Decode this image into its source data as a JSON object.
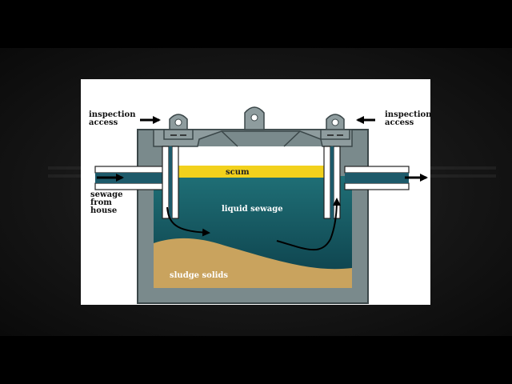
{
  "labels": {
    "inspection_access_left": [
      "inspection",
      "access"
    ],
    "inspection_access_right": [
      "inspection",
      "access"
    ],
    "sewage_from_house": [
      "sewage",
      "from",
      "house"
    ],
    "scum": "scum",
    "liquid_sewage": "liquid sewage",
    "sludge_solids": "sludge solids"
  },
  "colors": {
    "background": "#000000",
    "panel": "#ffffff",
    "tank_wall": "#7a8a8c",
    "scum": "#f2d11c",
    "liquid_top": "#1f6f76",
    "liquid_bottom": "#0c3e49",
    "sludge": "#c9a35e",
    "arrow": "#000000"
  }
}
